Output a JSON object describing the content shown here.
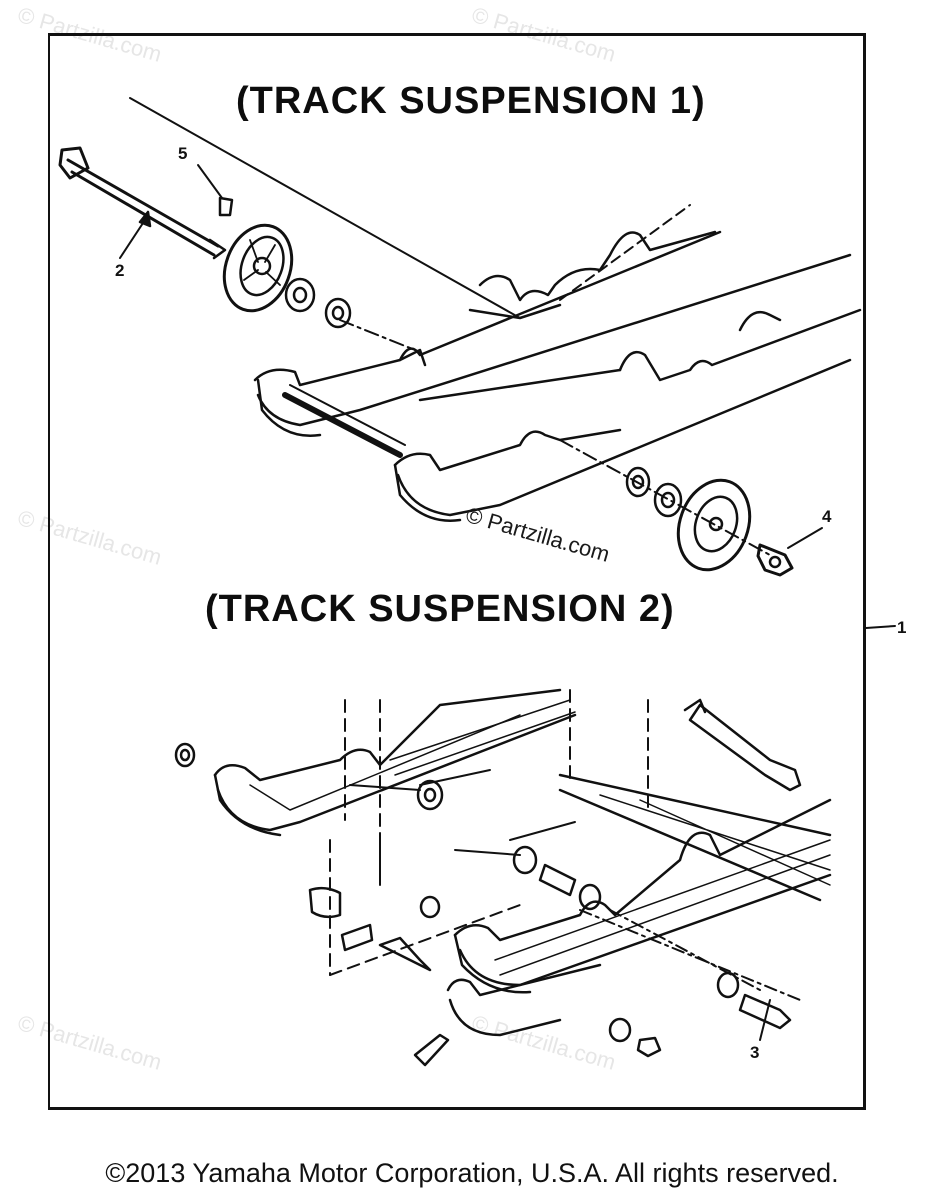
{
  "diagram": {
    "heading_1": "(TRACK SUSPENSION 1)",
    "heading_2": "(TRACK SUSPENSION 2)",
    "callouts": {
      "c1": "1",
      "c2": "2",
      "c3": "3",
      "c4": "4",
      "c5": "5"
    }
  },
  "watermark": {
    "center": "© Partzilla.com",
    "faint": "© Partzilla.com"
  },
  "footer": {
    "copyright": "©2013 Yamaha Motor Corporation, U.S.A. All rights reserved."
  },
  "colors": {
    "ink": "#111111",
    "watermark": "#e6e6e6"
  }
}
